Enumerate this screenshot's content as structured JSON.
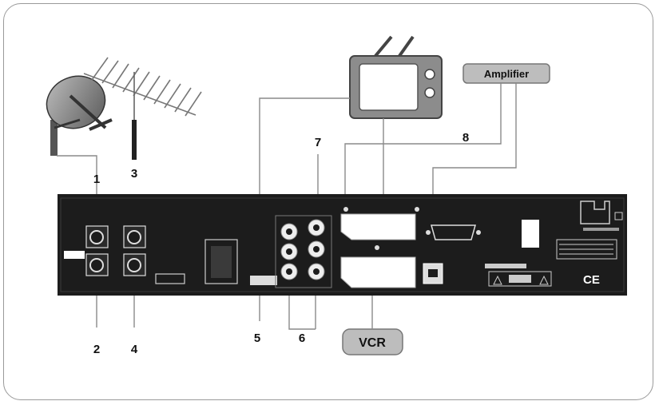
{
  "labels": {
    "n1": "1",
    "n2": "2",
    "n3": "3",
    "n4": "4",
    "n5": "5",
    "n6": "6",
    "n7": "7",
    "n8": "8"
  },
  "devices": {
    "amplifier": "Amplifier",
    "vcr": "VCR"
  },
  "panel": {
    "ce_mark": "CE"
  },
  "colors": {
    "panel": "#1c1c1c",
    "wire": "#8a8a8a",
    "box_fill": "#bdbdbd",
    "box_text": "#111111"
  },
  "icons": [
    "satellite-dish-icon",
    "terrestrial-antenna-icon",
    "tv-icon"
  ]
}
